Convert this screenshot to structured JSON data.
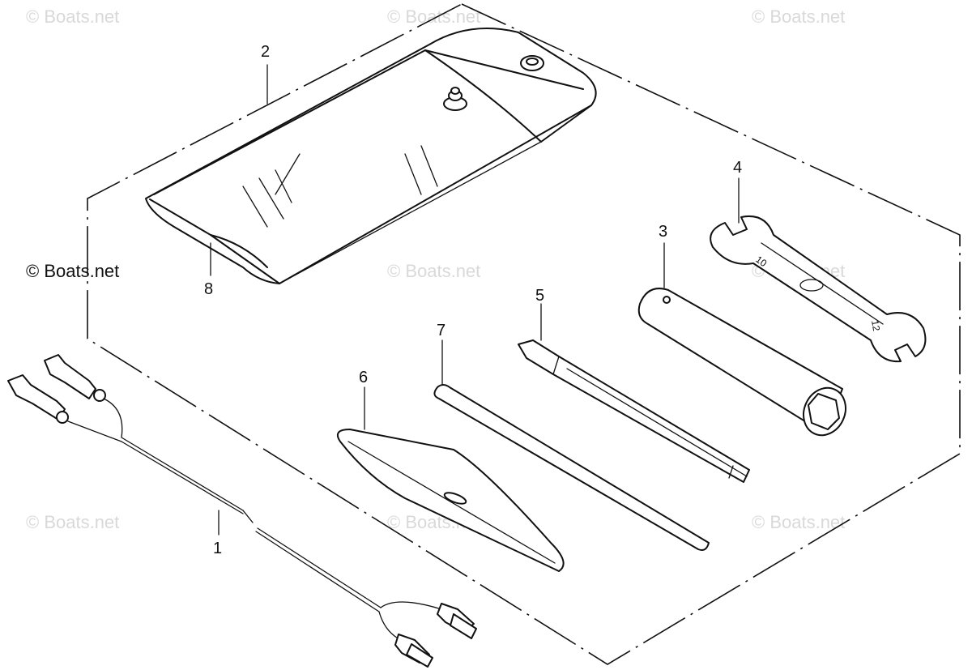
{
  "watermark": "© Boats.net",
  "callouts": {
    "part1": "1",
    "part2": "2",
    "part3": "3",
    "part4": "4",
    "part5": "5",
    "part6": "6",
    "part7": "7",
    "part8": "8"
  },
  "wrench_marks": {
    "size_a": "10",
    "size_b": "12"
  }
}
